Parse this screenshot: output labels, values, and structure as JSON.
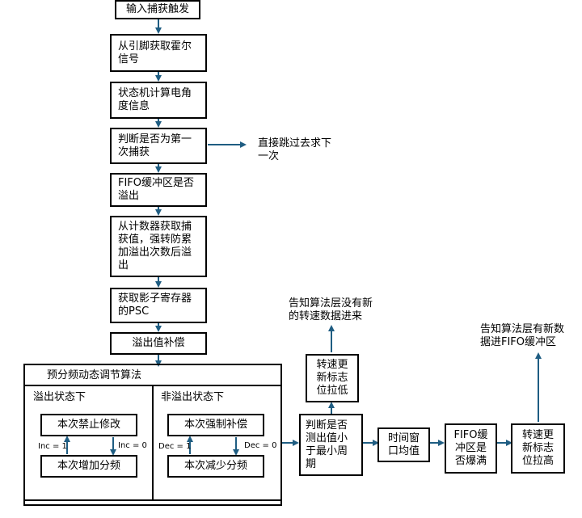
{
  "flow": {
    "input_trigger": "输入捕获触发",
    "get_hall": "从引脚获取霍尔\n信号",
    "state_machine": "状态机计算电角\n度信息",
    "first_capture": "判断是否为第一\n次捕获",
    "fifo_overflow": "FIFO缓冲区是否\n溢出",
    "counter_capture": "从计数器获取捕\n获值，强转防累\n加溢出次数后溢\n出",
    "shadow_psc": "获取影子寄存器\n的PSC",
    "overflow_comp": "溢出值补偿",
    "skip_note": "直接跳过去求下\n一次"
  },
  "prescaler": {
    "title": "预分频动态调节算法",
    "overflow": {
      "title": "溢出状态下",
      "top": "本次禁止修改",
      "bottom": "本次增加分频",
      "left_label": "Inc = 1",
      "right_label": "Inc = 0"
    },
    "non_overflow": {
      "title": "非溢出状态下",
      "top": "本次强制补偿",
      "bottom": "本次减少分频",
      "left_label": "Dec = 1",
      "right_label": "Dec = 0"
    }
  },
  "right_flow": {
    "judge_min_period": "判断是否\n测出值小\n于最小周\n期",
    "speed_flag_low": "转速更\n新标志\n位拉低",
    "note_no_data": "告知算法层没有新\n的转速数据进来",
    "time_window": "时间窗\n口均值",
    "fifo_full": "FIFO缓\n冲区是\n否爆满",
    "speed_flag_high": "转速更\n新标志\n位拉高",
    "note_new_data": "告知算法层有新数\n据进FIFO缓冲区"
  },
  "colors": {
    "arrow": "#1f5d82",
    "border": "#000000"
  }
}
